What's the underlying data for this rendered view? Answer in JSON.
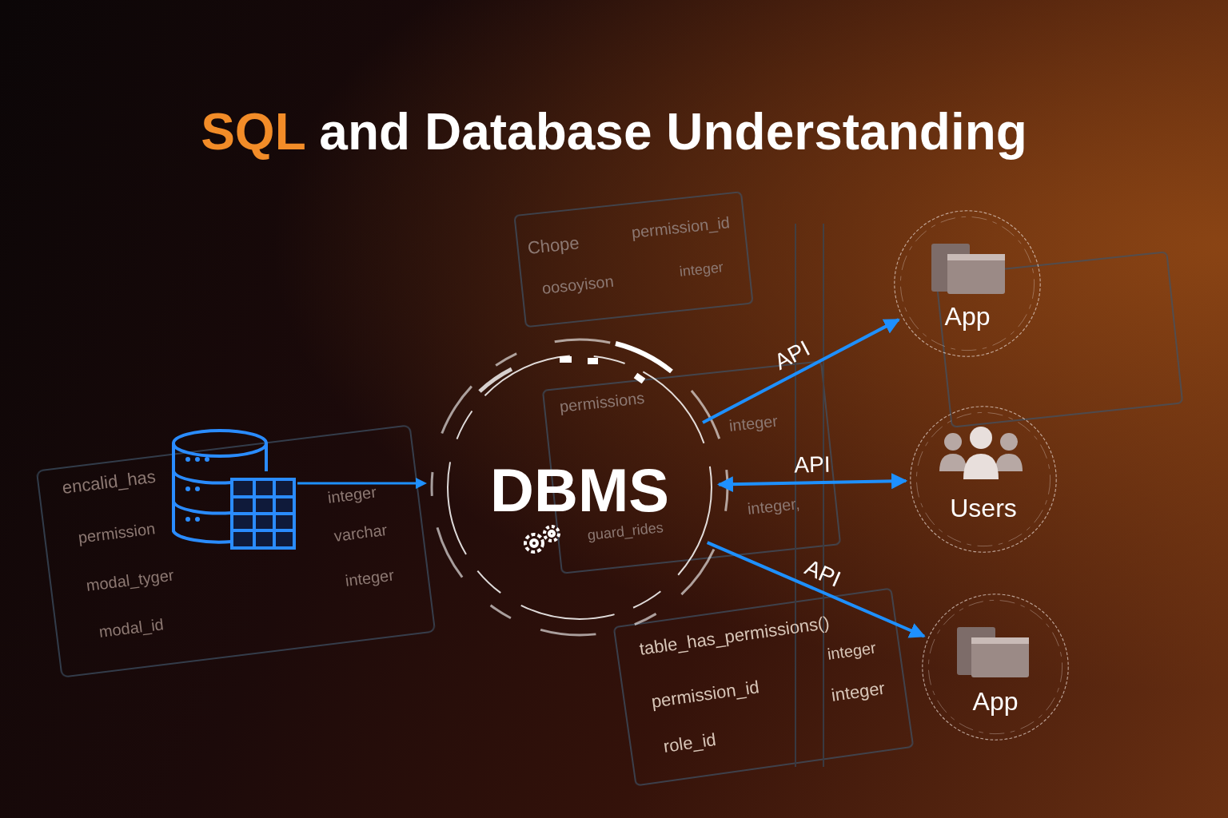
{
  "diagram": {
    "title": "SQL and Database Understanding",
    "nodes": [
      {
        "text": [
          "DBMS"
        ]
      },
      {
        "text": [
          "App"
        ]
      },
      {
        "text": [
          "Users"
        ]
      },
      {
        "text": [
          "App"
        ]
      }
    ],
    "edges": [
      {
        "from": 0,
        "to": 1,
        "label": "API",
        "arrow": "to"
      },
      {
        "from": 0,
        "to": 2,
        "label": "API",
        "arrow": "both"
      },
      {
        "from": 0,
        "to": 3,
        "label": "API",
        "arrow": "to"
      }
    ],
    "labels": [
      "Chope",
      "permission_id",
      "oosoyison",
      "integer",
      "encalid_has",
      "integer",
      "permission",
      "varchar",
      "modal_tyger",
      "integer",
      "modal_id",
      "permissions",
      "integer",
      "guard_rides",
      "integer,",
      "table_has_permissions()",
      "integer",
      "permission_id",
      "integer",
      "role_id"
    ]
  }
}
